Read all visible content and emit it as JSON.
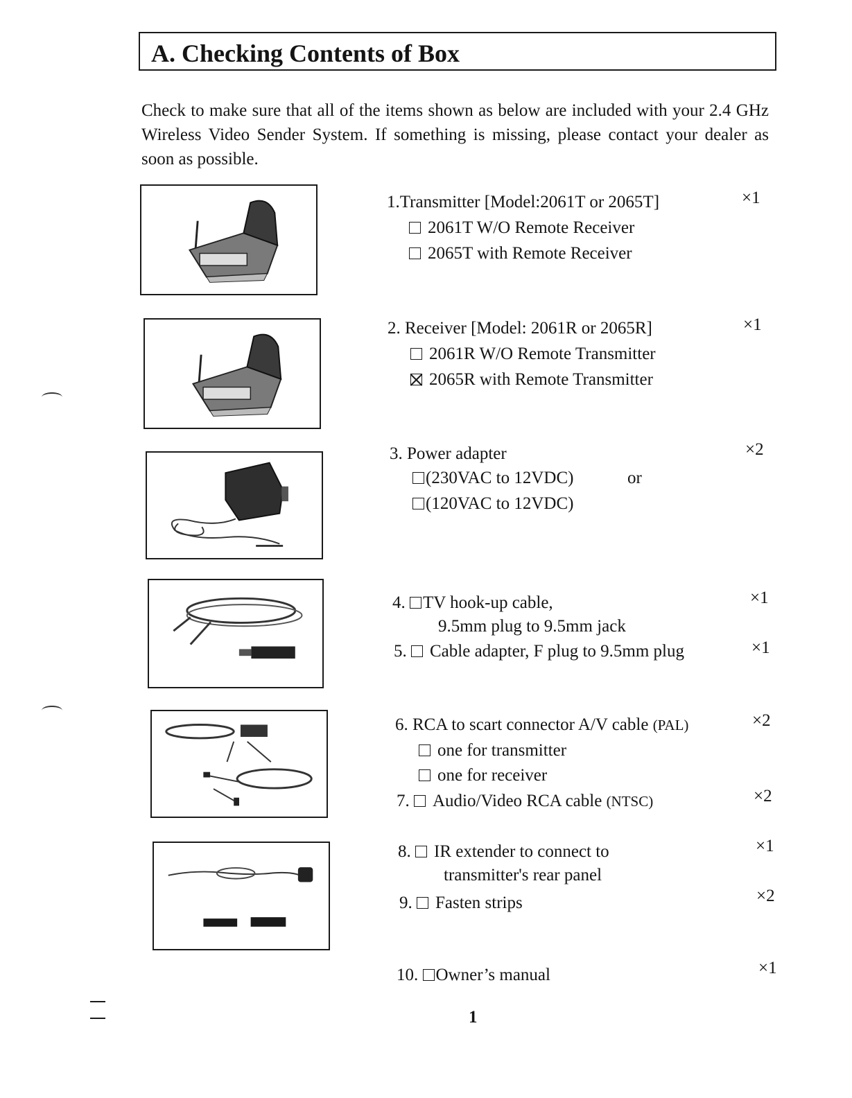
{
  "title": "A. Checking Contents of Box",
  "intro": "Check to make sure that all of the items shown as below are included with your 2.4 GHz Wireless Video Sender System. If something is missing, please contact your dealer as soon as possible.",
  "items": [
    {
      "heading": "1.Transmitter [Model:2061T or 2065T]",
      "qty": "×1",
      "options": [
        {
          "label": "2061T W/O Remote  Receiver",
          "checked": false
        },
        {
          "label": "2065T  with Remote  Receiver",
          "checked": false
        }
      ]
    },
    {
      "heading": "2. Receiver    [Model: 2061R or 2065R]",
      "qty": "×1",
      "options": [
        {
          "label": "2061R W/O  Remote Transmitter",
          "checked": false
        },
        {
          "label": "2065R  with  Remote Transmitter",
          "checked": true
        }
      ]
    },
    {
      "heading": "3. Power adapter",
      "qty": "×2",
      "options": [
        {
          "label": "(230VAC to 12VDC)",
          "checked": false,
          "suffix": "or"
        },
        {
          "label": "(120VAC to 12VDC)",
          "checked": false
        }
      ]
    },
    {
      "number": "4.",
      "label": "TV hook-up cable,",
      "detail": "9.5mm plug to 9.5mm jack",
      "qty": "×1",
      "checked": false
    },
    {
      "number": "5.",
      "label": "Cable adapter, F plug to 9.5mm plug",
      "qty": "×1",
      "checked": false
    },
    {
      "heading": "6. RCA to scart connector A/V cable",
      "heading_note": "(PAL)",
      "qty": "×2",
      "options": [
        {
          "label": "one for transmitter",
          "checked": false
        },
        {
          "label": "one for receiver",
          "checked": false
        }
      ]
    },
    {
      "number": "7.",
      "label": "Audio/Video RCA cable",
      "note": "(NTSC)",
      "qty": "×2",
      "checked": false
    },
    {
      "number": "8.",
      "label": "IR extender to connect to",
      "detail": "transmitter's rear panel",
      "qty": "×1",
      "checked": false
    },
    {
      "number": "9.",
      "label": "Fasten strips",
      "qty": "×2",
      "checked": false
    },
    {
      "number": "10.",
      "label": "Owner’s manual",
      "qty": "×1",
      "checked": false
    }
  ],
  "page_number": "1"
}
